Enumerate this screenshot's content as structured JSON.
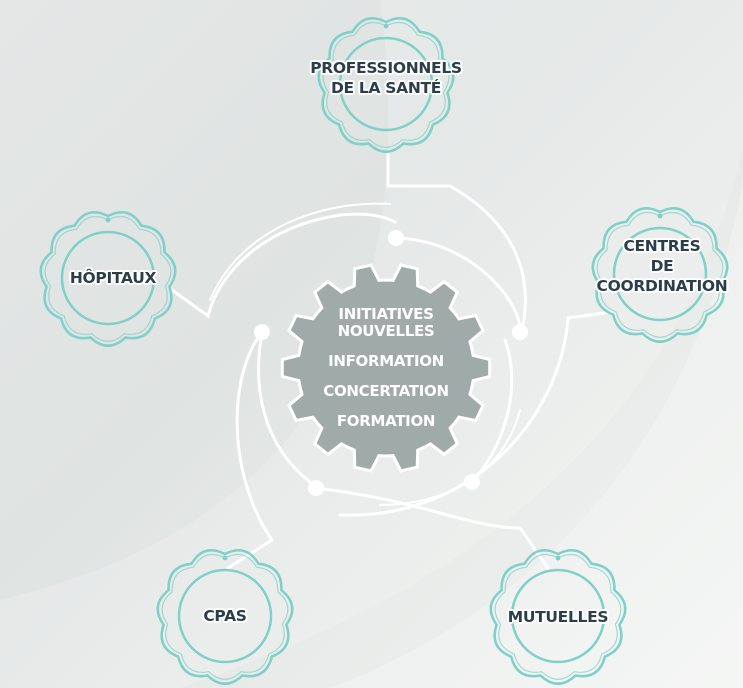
{
  "colors": {
    "gear_stroke": "#7fd0c8",
    "center_gear_fill": "#a0aaa8",
    "connector_line": "#ffffff",
    "label_text": "#2c3e49",
    "center_text": "#ffffff"
  },
  "center": {
    "lines": [
      "INITIATIVES",
      "NOUVELLES",
      "INFORMATION",
      "CONCERTATION",
      "FORMATION"
    ]
  },
  "nodes": {
    "professionnels": {
      "lines": [
        "PROFESSIONNELS",
        "DE LA SANTÉ"
      ]
    },
    "hopitaux": {
      "lines": [
        "HÔPITAUX"
      ]
    },
    "centres": {
      "lines": [
        "CENTRES",
        "DE",
        "COORDINATION"
      ]
    },
    "cpas": {
      "lines": [
        "CPAS"
      ]
    },
    "mutuelles": {
      "lines": [
        "MUTUELLES"
      ]
    }
  }
}
